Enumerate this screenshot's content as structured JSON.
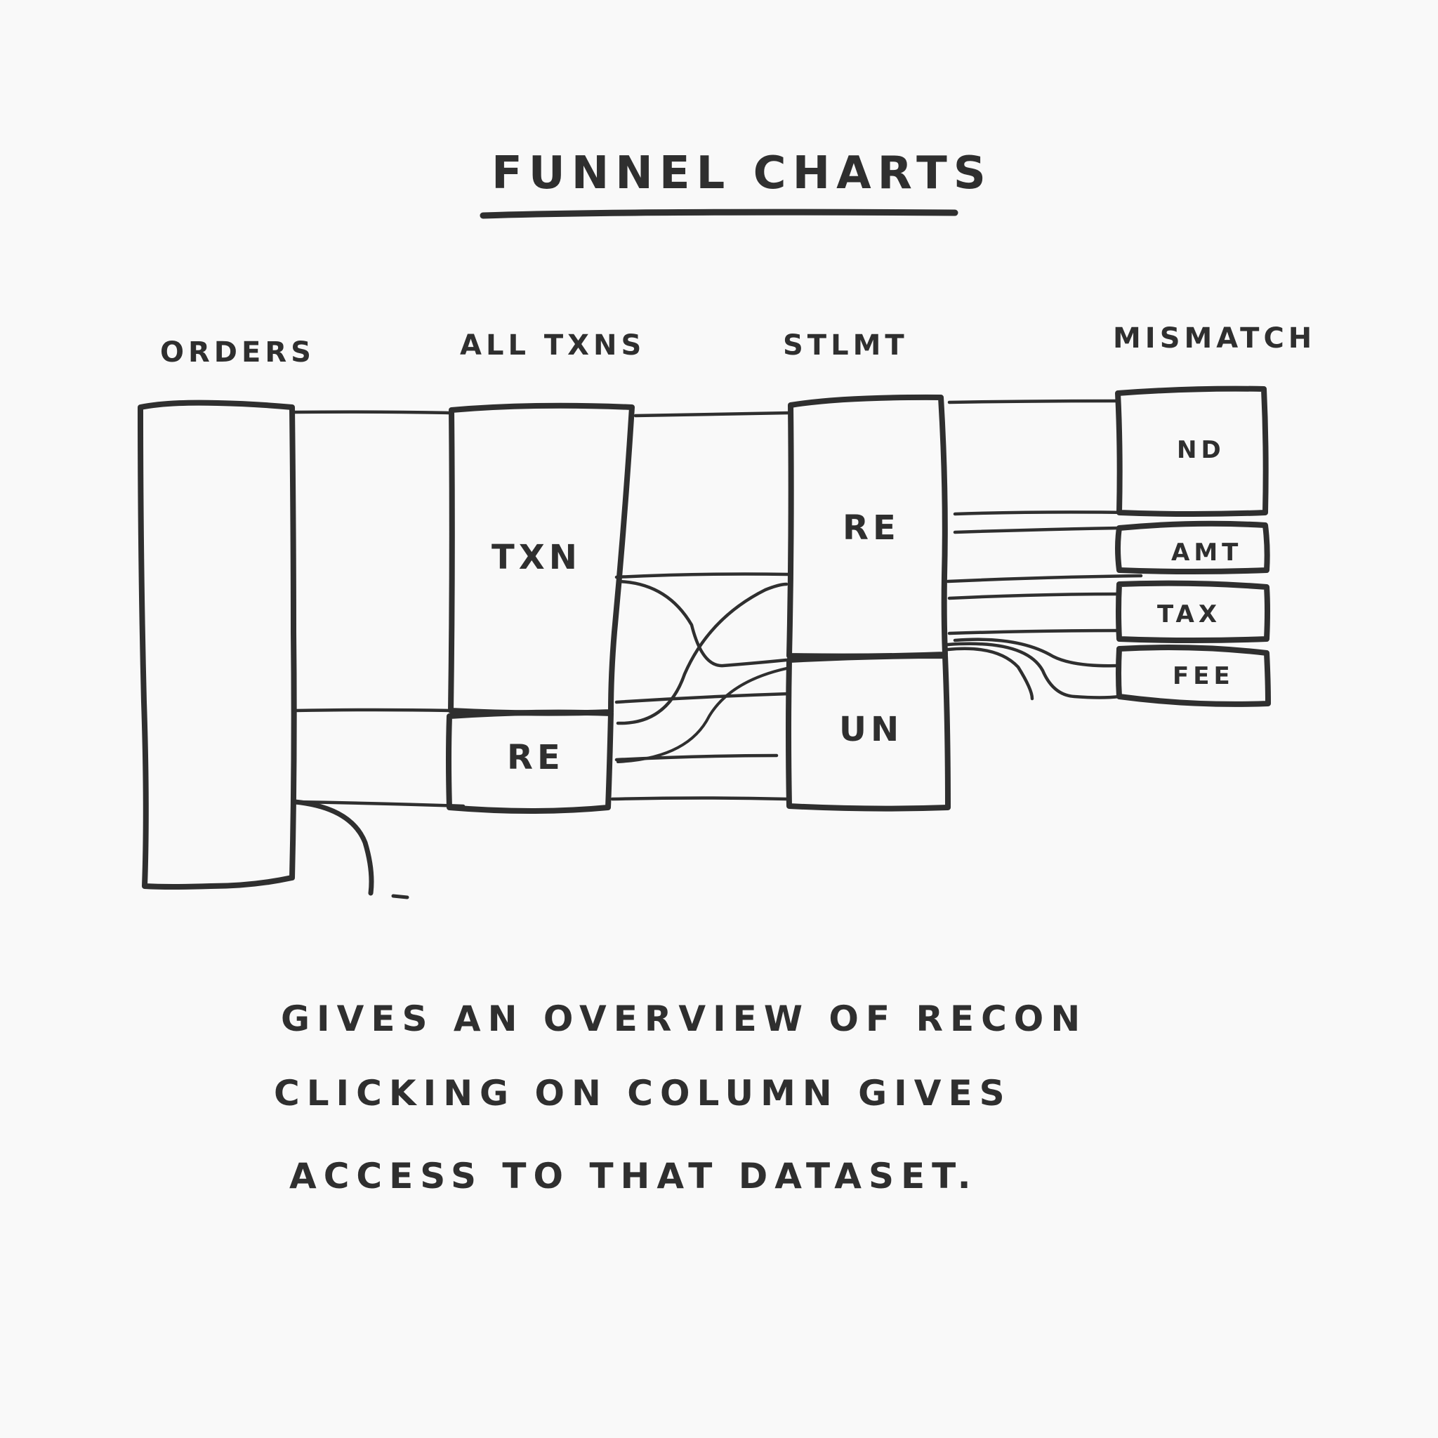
{
  "title": "FUNNEL CHARTS",
  "columns": [
    {
      "label": "ORDERS",
      "segments": []
    },
    {
      "label": "ALL TXNS",
      "segments": [
        {
          "label": "TXN"
        },
        {
          "label": "RE"
        }
      ]
    },
    {
      "label": "STLMT",
      "segments": [
        {
          "label": "RE"
        },
        {
          "label": "UN"
        }
      ]
    },
    {
      "label": "MISMATCH",
      "segments": [
        {
          "label": "ND"
        },
        {
          "label": "AMT"
        },
        {
          "label": "TAX"
        },
        {
          "label": "FEE"
        }
      ]
    }
  ],
  "notes": [
    "GIVES AN OVERVIEW OF RECON",
    "CLICKING ON COLUMN GIVES",
    "ACCESS TO THAT DATASET."
  ]
}
